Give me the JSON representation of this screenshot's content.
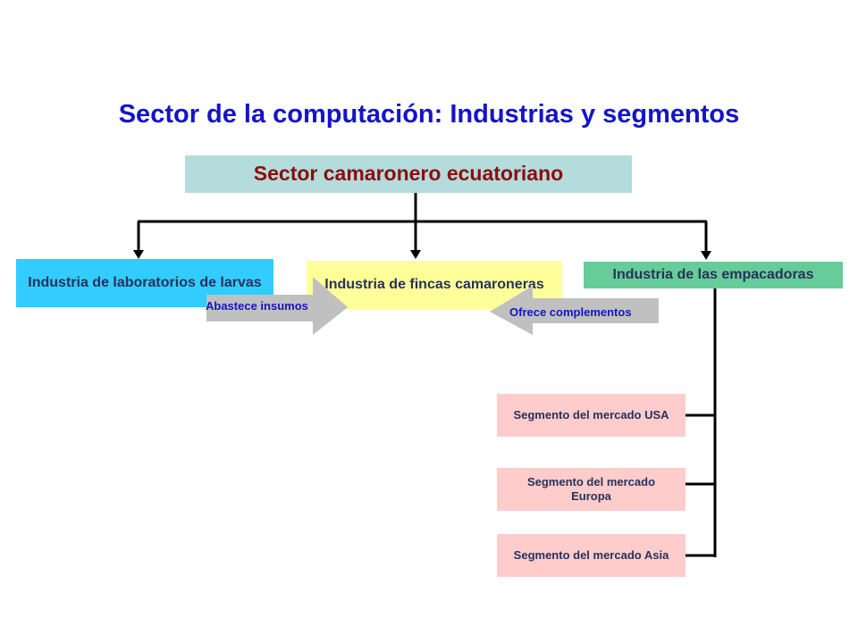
{
  "title": "Sector de la computación: Industrias y segmentos",
  "sector": "Sector camaronero ecuatoriano",
  "industries": {
    "laboratorios": "Industria de laboratorios de larvas",
    "fincas": "Industria de fincas camaroneras",
    "empacadoras": "Industria de las empacadoras"
  },
  "relations": {
    "abastece": "Abastece insumos",
    "ofrece": "Ofrece complementos"
  },
  "segments": [
    "Segmento del mercado USA",
    "Segmento del mercado Europa",
    "Segmento del mercado Asia"
  ],
  "colors": {
    "title": "#1414c8",
    "sector_text": "#8b0c0c",
    "sector_fill": "#b4dcdc",
    "laboratorios_fill": "#33ccff",
    "fincas_fill": "#ffff99",
    "empacadoras_fill": "#66cc99",
    "segment_fill": "#ffcccc",
    "arrow_fill": "#c0c0c0"
  }
}
